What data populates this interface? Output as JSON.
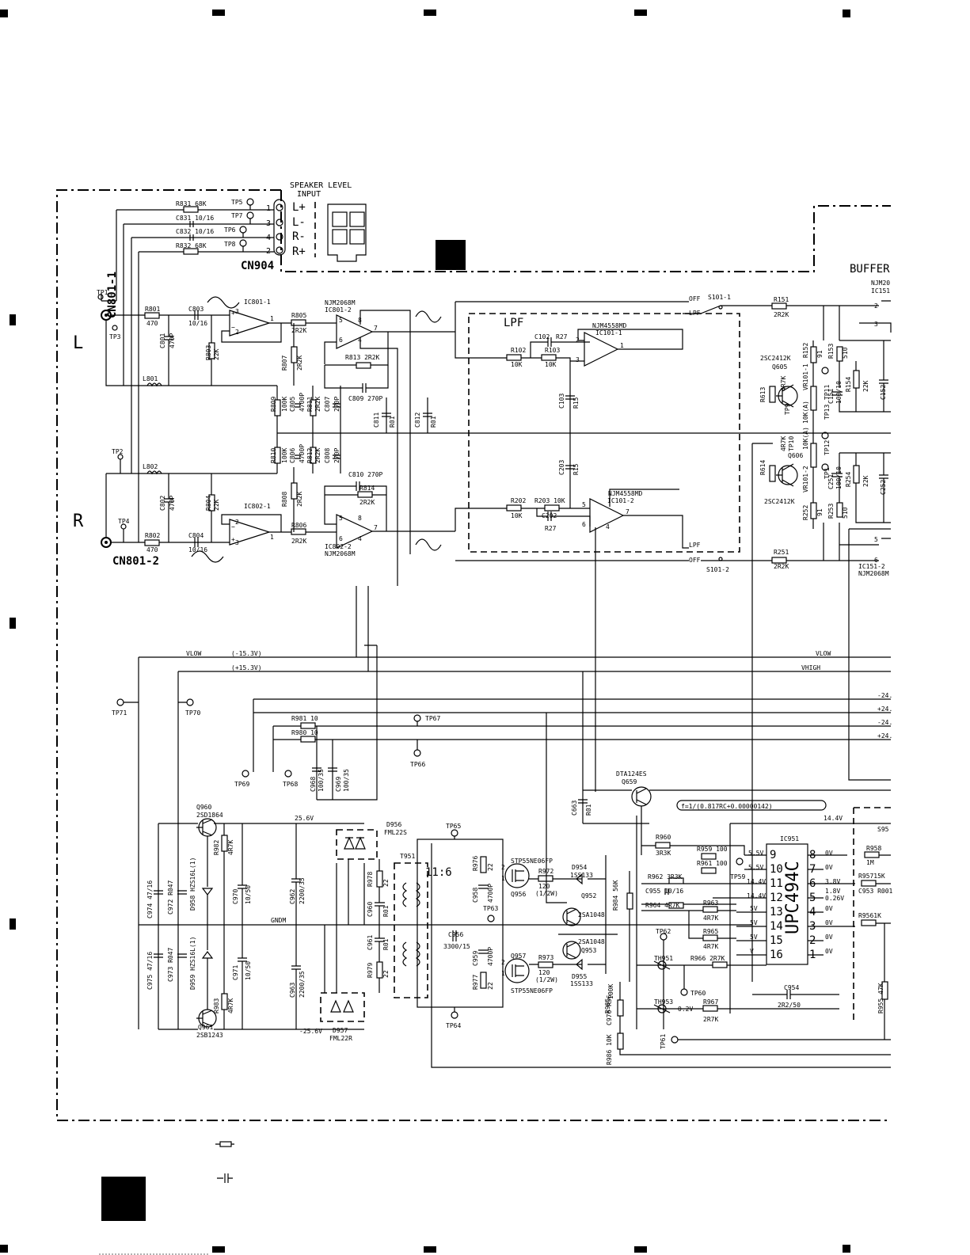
{
  "side": {
    "left": "L",
    "right": "R"
  },
  "connectors": {
    "cn904": "CN904",
    "speaker_level": "SPEAKER LEVEL",
    "input": "INPUT",
    "pins": [
      "1",
      "3",
      "4",
      "2"
    ],
    "pin_names": [
      "L+",
      "L-",
      "R-",
      "R+"
    ],
    "cn801_1": "CN801-1",
    "cn801_2": "CN801-2"
  },
  "blocks": {
    "lpf": "LPF",
    "buffer": "BUFFER",
    "formula": "f=1/(0.817RC+0.00000142)"
  },
  "test_points": {
    "tp1": "TP1",
    "tp2": "TP2",
    "tp3": "TP3",
    "tp4": "TP4",
    "tp5": "TP5",
    "tp6": "TP6",
    "tp7": "TP7",
    "tp8": "TP8",
    "tp9": "TP9",
    "tp10": "TP10",
    "tp11": "TP11",
    "tp12": "TP12",
    "tp13": "TP13",
    "tp14": "TP1",
    "tp59": "TP59",
    "tp60": "TP60",
    "tp61": "TP61",
    "tp62": "TP62",
    "tp63": "TP63",
    "tp64": "TP64",
    "tp65": "TP65",
    "tp66": "TP66",
    "tp67": "TP67",
    "tp68": "TP68",
    "tp69": "TP69",
    "tp70": "TP70",
    "tp71": "TP71",
    "tp60b": "TP60"
  },
  "input_parts": {
    "r831": "R831 68K",
    "c831": "C831 10/16",
    "c832": "C832 10/16",
    "r832": "R832 68K",
    "r801": "R801",
    "r801v": "470",
    "c803": "C803",
    "c803v": "10/16",
    "c801": "C801",
    "c801v": "470P",
    "r803": "R803",
    "r803v": "22K",
    "l801": "L801",
    "r802": "R802",
    "r802v": "470",
    "c804": "C804",
    "c804v": "10/16",
    "c802": "C802",
    "c802v": "470P",
    "r804": "R804",
    "r804v": "22K",
    "l802": "L802"
  },
  "ic801": {
    "ic801_1": "IC801-1",
    "ic802_1": "IC802-1",
    "njm_a": "NJM2068M",
    "ic801_2": "IC801-2",
    "ic802_2": "IC802-2",
    "njm_b": "NJM2068M",
    "r805": "R805",
    "r805v": "2R2K",
    "r806": "R806",
    "r806v": "2R2K",
    "r807": "R807",
    "r807v": "2R2K",
    "r813": "R813 2R2K",
    "c809": "C809 270P",
    "r809": "R809",
    "r809v": "100K",
    "c805": "C805",
    "c805v": "4700P",
    "r811": "R811",
    "r811v": "2R2K",
    "c807": "C807",
    "c807v": "270P",
    "r810": "R810",
    "r810v": "100K",
    "c806": "C806",
    "c806v": "4700P",
    "r812": "R812",
    "r812v": "2R2K",
    "c808": "C808",
    "c808v": "270P",
    "r808": "R808",
    "r808v": "2R2K",
    "c810": "C810 270P",
    "r814": "R814",
    "r814v": "2R2K",
    "c811": "C811",
    "c811v": "R01",
    "c812": "C812",
    "c812v": "R01",
    "pins": {
      "p5a": "5",
      "p6a": "6",
      "p7a": "7",
      "p8a": "8",
      "p4a": "4",
      "p5b": "5",
      "p6b": "6",
      "p7b": "7",
      "p8b": "8",
      "p4b": "4",
      "p3a": "3",
      "p2a": "2",
      "p1a": "1",
      "p2b": "2",
      "p3b": "3",
      "p1b": "1"
    }
  },
  "lpf_parts": {
    "njm_a": "NJM4558MD",
    "ic101_1": "IC101-1",
    "njm_b": "NJM4558MD",
    "ic101_2": "IC101-2",
    "c102": "C102",
    "r27a": "R27",
    "r102": "R102",
    "r102v": "10K",
    "r103": "R103",
    "r103v": "10K",
    "c103": "C103",
    "r15a": "R15",
    "c203": "C203",
    "r15b": "R15",
    "r202": "R202",
    "r202v": "10K",
    "r203": "R203 10K",
    "c202": "C202",
    "r27b": "R27",
    "pins": {
      "a2": "2",
      "a3": "3",
      "a1": "1",
      "b5": "5",
      "b6": "6",
      "b7": "7",
      "b4": "4"
    }
  },
  "switches": {
    "s101_1": "S101-1",
    "s101_2": "S101-2",
    "off": "OFF",
    "lpf": "LPF"
  },
  "right_parts": {
    "r151": "R151",
    "r151v": "2R2K",
    "r251": "R251",
    "r251v": "2R2K",
    "q605": "Q605",
    "q606": "Q606",
    "q_type": "2SC2412K",
    "q_type2": "2SC2412K",
    "r613": "R613",
    "r613v": "4R7K",
    "r614": "R614",
    "r614v": "4R7K",
    "r152": "R152",
    "r152v": "91",
    "vr101_1": "VR101-1",
    "vr101_1v": "10K(A)",
    "vr101_2": "VR101-2",
    "vr101_2v": "10K(A)",
    "r252": "R252",
    "r252v": "91",
    "r153": "R153",
    "r153v": "510",
    "c151": "C151",
    "c151v": "100/10",
    "r154": "R154",
    "r154v": "22K",
    "c152": "C152",
    "r253": "R253",
    "r253v": "510",
    "c251": "C251",
    "c251v": "100/10",
    "r254": "R254",
    "r254v": "22K",
    "c252": "C252",
    "njm_top": "NJM20",
    "ic151": "IC151",
    "ic151_2": "IC151-2",
    "njm_bottom": "NJM2068M",
    "pins": {
      "t2": "2",
      "t3": "3",
      "b5": "5",
      "b6": "6"
    }
  },
  "rails": {
    "vlow": "VLOW",
    "vlow_v": "(-15.3V)",
    "vhigh_v": "(+15.3V)",
    "vlow_r": "VLOW",
    "vhigh_r": "VHIGH",
    "m24a": "-24.",
    "p24a": "+24.",
    "m24b": "-24.",
    "p24b": "+24.",
    "p256": "25.6V",
    "m256": "-25.6V",
    "gndm": "GNDM",
    "v144": "14.4V"
  },
  "power": {
    "r981": "R981 10",
    "r980": "R980 10",
    "c968": "C968",
    "c968v": "100/35",
    "c969": "C969",
    "c969v": "100/35",
    "q960": "Q960",
    "q960t": "2SD1864",
    "q961": "Q961",
    "q961t": "2SB1243",
    "r982": "R982",
    "r982v": "4R7K",
    "r983": "R983",
    "r983v": "4R7K",
    "c970": "C970",
    "c970v": "10/50",
    "c971": "C971",
    "c971v": "10/50",
    "d958": "D958 HZS16L(1)",
    "d959": "D959 HZS16L(1)",
    "c974": "C974 47/16",
    "c975": "C975 47/16",
    "c972": "C972 R047",
    "c973": "C973 R047",
    "c962": "C962",
    "c962v": "2200/35",
    "c963": "C963",
    "c963v": "2200/35",
    "d956": "D956",
    "d956t": "FML22S",
    "d957": "D957",
    "d957t": "FML22R",
    "t951": "T951",
    "ratio": "11:6",
    "r978": "R978",
    "r978v": "22",
    "c960": "C960",
    "c960v": "R01",
    "c961": "C961",
    "c961v": "R01",
    "r979": "R979",
    "r979v": "22",
    "r976": "R976",
    "r976v": "22",
    "c958": "C958",
    "c958v": "4700P",
    "c956": "C956",
    "c956v": "3300/15",
    "c959": "C959",
    "c959v": "4700P",
    "r977": "R977",
    "r977v": "22",
    "q956": "Q956",
    "q957": "Q957",
    "stp_a": "STP55NE06FP",
    "stp_b": "STP55NE06FP",
    "r972": "R972",
    "r972v": "120",
    "r972p": "(1/2W)",
    "r973": "R973",
    "r973v": "120",
    "r973p": "(1/2W)",
    "d954": "D954",
    "d954t": "1SS133",
    "d955": "D955",
    "d955t": "1SS133",
    "q952": "Q952",
    "q953": "Q953",
    "q95x_a": "2SA1048",
    "q95x_b": "2SA1048",
    "r984": "R984 56K",
    "r985": "R985",
    "r985v": "100K",
    "c976": "C976 R56",
    "r986": "R986 10K",
    "c663": "C663",
    "c663v": "R01",
    "q659": "Q659",
    "q659t": "DTA124ES"
  },
  "ic951": {
    "name": "IC951",
    "part": "UPC494C",
    "r960": "R960",
    "r960v": "3R3K",
    "r959": "R959 100",
    "r961": "R961 100",
    "r962": "R962 3R3K",
    "c955": "C955 10/16",
    "r964": "R964 4R7K",
    "r963": "R963",
    "r963v": "4R7K",
    "r965": "R965",
    "r965v": "4R7K",
    "r966": "R966 2R7K",
    "r967": "R967",
    "r967v": "2R7K",
    "th951": "TH951",
    "th953": "TH953",
    "v02": "0.2V",
    "c954": "C954",
    "c954v": "2R2/50",
    "left_pins": [
      "9",
      "10",
      "11",
      "12",
      "13",
      "14",
      "15",
      "16"
    ],
    "right_pins": [
      "8",
      "7",
      "6",
      "5",
      "4",
      "3",
      "2",
      "1"
    ],
    "left_volt": [
      "5.5V",
      "5.5V",
      "14.4V",
      "14.4V",
      "5V",
      "5V",
      "5V",
      "V"
    ],
    "right_volt": [
      "0V",
      "0V",
      "3.8V",
      "",
      "0V",
      "0V",
      "0V",
      "0V"
    ],
    "v18": "1.8V",
    "v026": "0.26V",
    "s95": "S95",
    "r958": "R958",
    "r958v": "1M",
    "r957": "R95715K",
    "c953": "C953 R001",
    "r956": "R9561K",
    "r955": "R955 47K"
  }
}
